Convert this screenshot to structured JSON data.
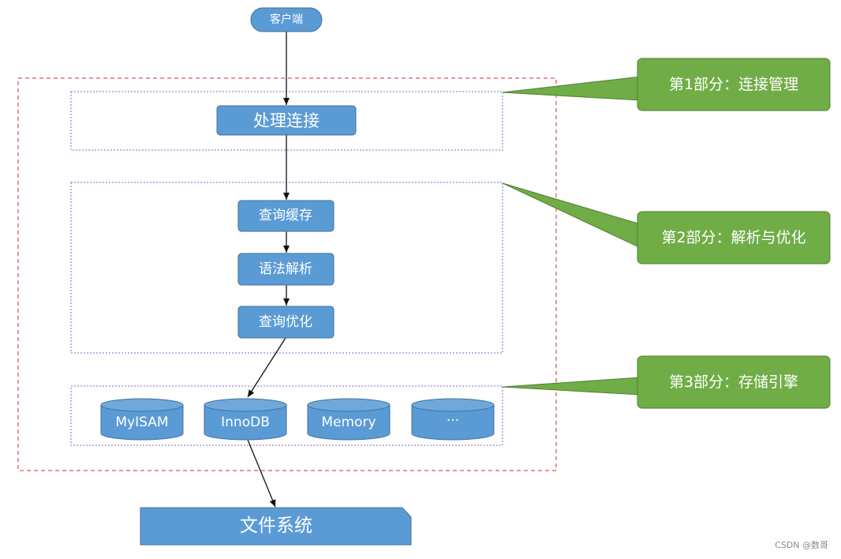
{
  "client": {
    "label": "客户端"
  },
  "layers": {
    "connection": {
      "node": "处理连接"
    },
    "parsing": {
      "nodes": [
        "查询缓存",
        "语法解析",
        "查询优化"
      ]
    },
    "storage": {
      "engines": [
        "MyISAM",
        "InnoDB",
        "Memory",
        "···"
      ]
    }
  },
  "file_system": {
    "label": "文件系统"
  },
  "callouts": [
    {
      "label": "第1部分：连接管理"
    },
    {
      "label": "第2部分：解析与优化"
    },
    {
      "label": "第3部分：存储引擎"
    }
  ],
  "watermark": "CSDN @数哥",
  "colors": {
    "node_fill": "#5b9bd5",
    "node_stroke": "#41719c",
    "callout_fill": "#70ad47",
    "callout_stroke": "#507e32",
    "outer_border": "#e15759",
    "section_border": "#7b68c8",
    "arrow": "#111111"
  }
}
